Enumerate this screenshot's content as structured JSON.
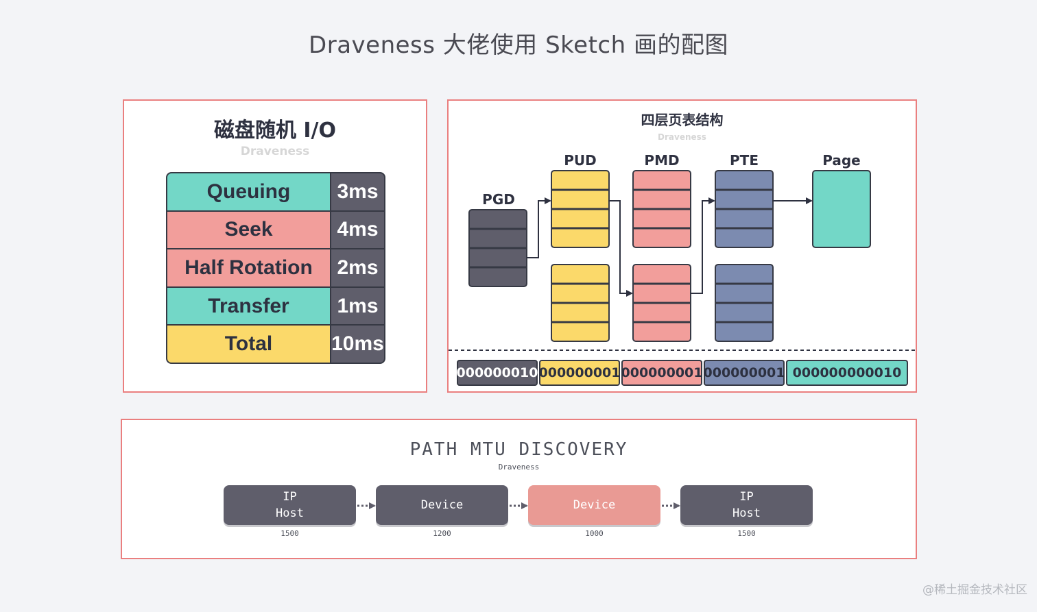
{
  "page": {
    "title": "Draveness 大佬使用 Sketch 画的配图"
  },
  "disk_io": {
    "title": "磁盘随机 I/O",
    "subtitle": "Draveness",
    "rows": [
      {
        "label": "Queuing",
        "value": "3ms",
        "color": "#73d7c7"
      },
      {
        "label": "Seek",
        "value": "4ms",
        "color": "#f29e9b"
      },
      {
        "label": "Half Rotation",
        "value": "2ms",
        "color": "#f29e9b"
      },
      {
        "label": "Transfer",
        "value": "1ms",
        "color": "#73d7c7"
      },
      {
        "label": "Total",
        "value": "10ms",
        "color": "#fbd96a"
      }
    ]
  },
  "page_table": {
    "title": "四层页表结构",
    "subtitle": "Draveness",
    "levels": {
      "pgd": {
        "label": "PGD",
        "color": "#5f5e6b"
      },
      "pud": {
        "label": "PUD",
        "color": "#fbd96a"
      },
      "pmd": {
        "label": "PMD",
        "color": "#f29e9b"
      },
      "pte": {
        "label": "PTE",
        "color": "#7c8bb0"
      },
      "page": {
        "label": "Page",
        "color": "#73d7c7"
      }
    },
    "bits": [
      {
        "text": "000000010",
        "color": "#5f5e6b",
        "text_color": "#ffffff"
      },
      {
        "text": "000000001",
        "color": "#fbd96a",
        "text_color": "#2d3140"
      },
      {
        "text": "000000001",
        "color": "#f29e9b",
        "text_color": "#2d3140"
      },
      {
        "text": "000000001",
        "color": "#7c8bb0",
        "text_color": "#2d3140"
      },
      {
        "text": "000000000010",
        "color": "#73d7c7",
        "text_color": "#2d3140"
      }
    ]
  },
  "pmtu": {
    "title": "PATH MTU DISCOVERY",
    "subtitle": "Draveness",
    "nodes": [
      {
        "line1": "IP",
        "line2": "Host",
        "mtu": "1500",
        "color": "#5f5e6b"
      },
      {
        "line1": "",
        "line2": "Device",
        "mtu": "1200",
        "color": "#5f5e6b"
      },
      {
        "line1": "",
        "line2": "Device",
        "mtu": "1000",
        "color": "#e99a94"
      },
      {
        "line1": "IP",
        "line2": "Host",
        "mtu": "1500",
        "color": "#5f5e6b"
      }
    ]
  },
  "watermark": "@稀土掘金技术社区"
}
